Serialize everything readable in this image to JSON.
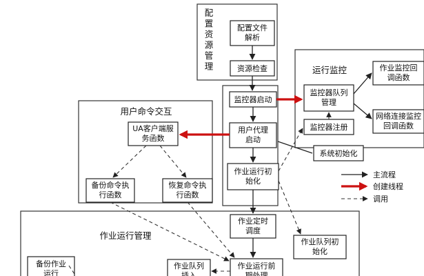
{
  "regions": {
    "config_mgmt": "配\n置\n资\n源\n管\n理",
    "runtime_monitor": "运行监控",
    "user_cmd": "用户命令交互",
    "job_mgmt": "作业运行管理"
  },
  "nodes": {
    "config_parse": "配置文件\n解析",
    "resource_check": "资源检查",
    "monitor_start": "监控器启动",
    "user_proxy_start": "用户代理\n启动",
    "job_run_init": "作业运行初\n始化",
    "monitor_queue_mgmt": "监控器队列\n管理",
    "monitor_register": "监控器注册",
    "job_monitor_cb": "作业监控回\n调函数",
    "net_monitor_cb": "网络连接监控\n回调函数",
    "ua_service": "UA客户端服\n务函数",
    "backup_exec": "备份命令执\n行函数",
    "restore_exec": "恢复命令执\n行函数",
    "system_init": "系统初始化",
    "job_schedule": "作业定时\n调度",
    "job_queue_init": "作业队列初\n始化",
    "backup_job_run": "备份作业\n运行",
    "job_queue_insert": "作业队列\n插入",
    "job_pre_process": "作业运行前\n期处理"
  },
  "legend": {
    "main_flow": "主流程",
    "create_thread": "创建线程",
    "call": "调用"
  },
  "colors": {
    "thread_arrow": "#cc1111",
    "line": "#222222"
  }
}
